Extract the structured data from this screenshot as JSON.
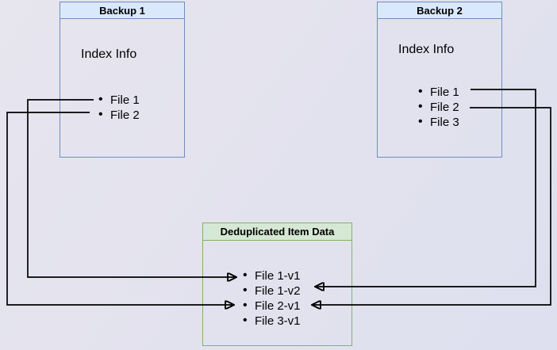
{
  "diagram": {
    "backup1": {
      "title": "Backup 1",
      "section_label": "Index Info",
      "files": [
        "File 1",
        "File 2"
      ]
    },
    "backup2": {
      "title": "Backup 2",
      "section_label": "Index Info",
      "files": [
        "File 1",
        "File 2",
        "File 3"
      ]
    },
    "dedup": {
      "title": "Deduplicated Item Data",
      "items": [
        "File 1-v1",
        "File 1-v2",
        "File 2-v1",
        "File 3-v1"
      ]
    },
    "edges": [
      {
        "from": "Backup 1 / File 1",
        "to": "File 1-v1"
      },
      {
        "from": "Backup 1 / File 2",
        "to": "File 2-v1"
      },
      {
        "from": "Backup 2 / File 1",
        "to": "File 1-v2"
      },
      {
        "from": "Backup 2 / File 2",
        "to": "File 2-v1"
      }
    ],
    "colors": {
      "background": "#e2e2ee",
      "blue_box_border": "#6c8ebf",
      "blue_header_fill": "#dae8fc",
      "green_box_border": "#82b366",
      "green_header_fill": "#d5e8d4",
      "connector": "#000000",
      "text": "#000000"
    }
  }
}
